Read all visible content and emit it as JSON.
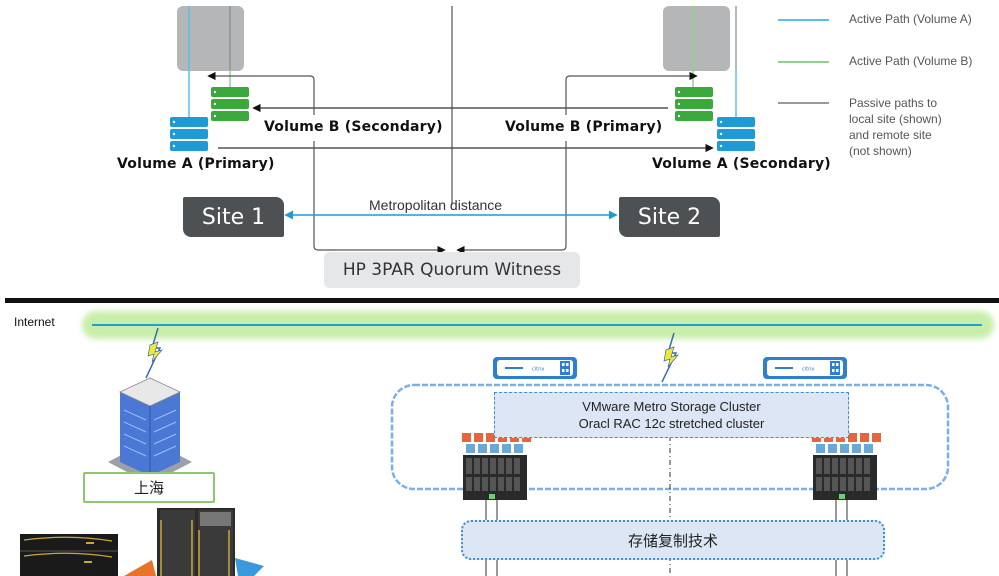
{
  "top_diagram": {
    "volumes": {
      "site1_volume_a": "Volume A (Primary)",
      "site1_volume_b": "Volume B (Secondary)",
      "site2_volume_b": "Volume B (Primary)",
      "site2_volume_a": "Volume A (Secondary)"
    },
    "sites": {
      "site1": "Site 1",
      "site2": "Site 2"
    },
    "distance_label": "Metropolitan distance",
    "quorum_label": "HP 3PAR Quorum Witness",
    "legend": [
      {
        "label": "Active Path (Volume A)",
        "color": "#5bc0e8"
      },
      {
        "label": "Active Path (Volume B)",
        "color": "#8fd38c"
      },
      {
        "label": "Passive paths to local site (shown) and remote site (not shown)",
        "color": "#9a9a9a",
        "lines": [
          "Passive paths to",
          "local site (shown)",
          "and remote site",
          "(not shown)"
        ]
      }
    ],
    "colors": {
      "volume_a": "#1e9ad6",
      "volume_b": "#3aa83a",
      "array": "#b4b6b8",
      "site_box": "#4d5154"
    }
  },
  "bottom_diagram": {
    "internet_label": "Internet",
    "city_label": "上海",
    "cluster_lines": [
      "VMware Metro Storage Cluster",
      "Oracl RAC 12c stretched cluster"
    ],
    "replication_label": "存储复制技术",
    "appliance_brand": "citrix",
    "colors": {
      "internet_line": "#1ea0dc",
      "internet_glow": "#c8eeaa",
      "cluster_border": "#3a8fd6",
      "cluster_fill": "#dce6f4"
    }
  }
}
